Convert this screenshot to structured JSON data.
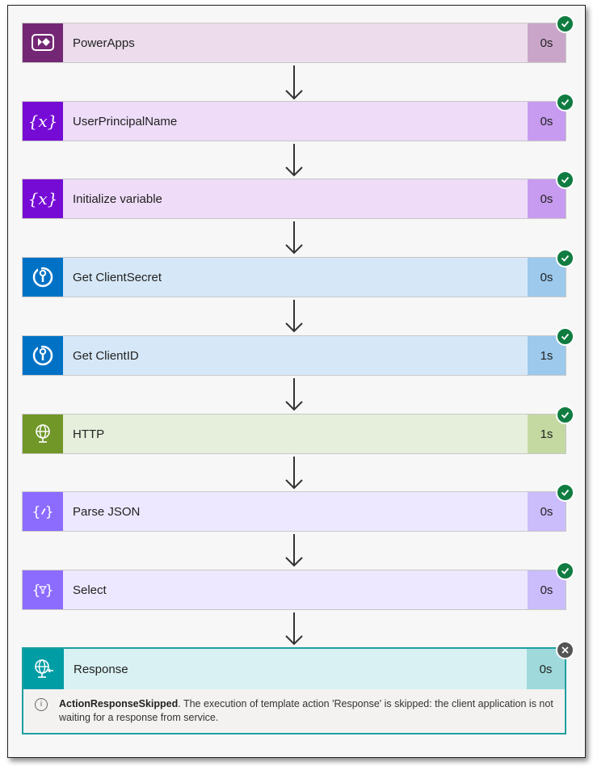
{
  "steps": [
    {
      "label": "PowerApps",
      "duration": "0s",
      "icon": "powerapps-icon",
      "status": "succeeded"
    },
    {
      "label": "UserPrincipalName",
      "duration": "0s",
      "icon": "variable-icon",
      "status": "succeeded"
    },
    {
      "label": "Initialize variable",
      "duration": "0s",
      "icon": "variable-icon",
      "status": "succeeded"
    },
    {
      "label": "Get ClientSecret",
      "duration": "0s",
      "icon": "key-vault-icon",
      "status": "succeeded"
    },
    {
      "label": "Get ClientID",
      "duration": "1s",
      "icon": "key-vault-icon",
      "status": "succeeded"
    },
    {
      "label": "HTTP",
      "duration": "1s",
      "icon": "http-globe-icon",
      "status": "succeeded"
    },
    {
      "label": "Parse JSON",
      "duration": "0s",
      "icon": "parse-json-icon",
      "status": "succeeded"
    },
    {
      "label": "Select",
      "duration": "0s",
      "icon": "select-icon",
      "status": "succeeded"
    }
  ],
  "response": {
    "label": "Response",
    "duration": "0s",
    "icon": "response-globe-icon",
    "status": "skipped",
    "error_code": "ActionResponseSkipped",
    "error_message": ". The execution of template action 'Response' is skipped: the client application is not waiting for a response from service."
  },
  "colors": {
    "powerapps": {
      "icon": "#742774",
      "bar": "#ecdcec",
      "dur": "#c9a6c9"
    },
    "variable": {
      "icon": "#770bd6",
      "bar": "#eedcf8",
      "dur": "#c79bf0"
    },
    "keyvault": {
      "icon": "#0072c6",
      "bar": "#d6e8f7",
      "dur": "#9cc9ec"
    },
    "http": {
      "icon": "#709727",
      "bar": "#e6efdc",
      "dur": "#c4d9a2"
    },
    "data": {
      "icon": "#8c6cff",
      "bar": "#ede8ff",
      "dur": "#cbbdfc"
    },
    "response": {
      "icon": "#009da5",
      "bar": "#d9f1f2",
      "dur": "#9fd9dc"
    },
    "success": "#107c41"
  }
}
